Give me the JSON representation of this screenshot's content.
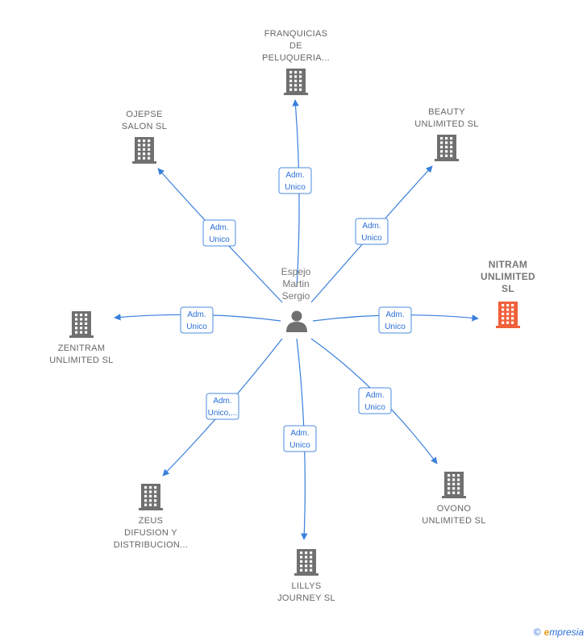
{
  "center": {
    "name_lines": [
      "Espejo",
      "Martin",
      "Sergio"
    ],
    "icon": "person-icon"
  },
  "colors": {
    "company": "#707070",
    "highlight": "#f0603a",
    "edge": "#3a7fdc",
    "person": "#707070"
  },
  "companies": [
    {
      "id": "franquicias",
      "lines": [
        "FRANQUICIAS",
        "DE",
        "PELUQUERIA..."
      ],
      "edge": [
        "Adm.",
        "Unico"
      ],
      "highlight": false,
      "icon": "building-icon"
    },
    {
      "id": "ojepse",
      "lines": [
        "OJEPSE",
        "SALON  SL"
      ],
      "edge": [
        "Adm.",
        "Unico"
      ],
      "highlight": false,
      "icon": "building-icon"
    },
    {
      "id": "beauty",
      "lines": [
        "BEAUTY",
        "UNLIMITED  SL"
      ],
      "edge": [
        "Adm.",
        "Unico"
      ],
      "highlight": false,
      "icon": "building-icon"
    },
    {
      "id": "nitram",
      "lines": [
        "NITRAM",
        "UNLIMITED",
        "SL"
      ],
      "edge": [
        "Adm.",
        "Unico"
      ],
      "highlight": true,
      "icon": "building-icon"
    },
    {
      "id": "zenitram",
      "lines": [
        "ZENITRAM",
        "UNLIMITED  SL"
      ],
      "edge": [
        "Adm.",
        "Unico"
      ],
      "highlight": false,
      "icon": "building-icon"
    },
    {
      "id": "zeus",
      "lines": [
        "ZEUS",
        "DIFUSION Y",
        "DISTRIBUCION..."
      ],
      "edge": [
        "Adm.",
        "Unico,..."
      ],
      "highlight": false,
      "icon": "building-icon"
    },
    {
      "id": "lillys",
      "lines": [
        "LILLYS",
        "JOURNEY  SL"
      ],
      "edge": [
        "Adm.",
        "Unico"
      ],
      "highlight": false,
      "icon": "building-icon"
    },
    {
      "id": "ovono",
      "lines": [
        "OVONO",
        "UNLIMITED  SL"
      ],
      "edge": [
        "Adm.",
        "Unico"
      ],
      "highlight": false,
      "icon": "building-icon"
    }
  ],
  "footer": {
    "copyright": "©",
    "brand_first": "e",
    "brand_rest": "mpresia"
  }
}
